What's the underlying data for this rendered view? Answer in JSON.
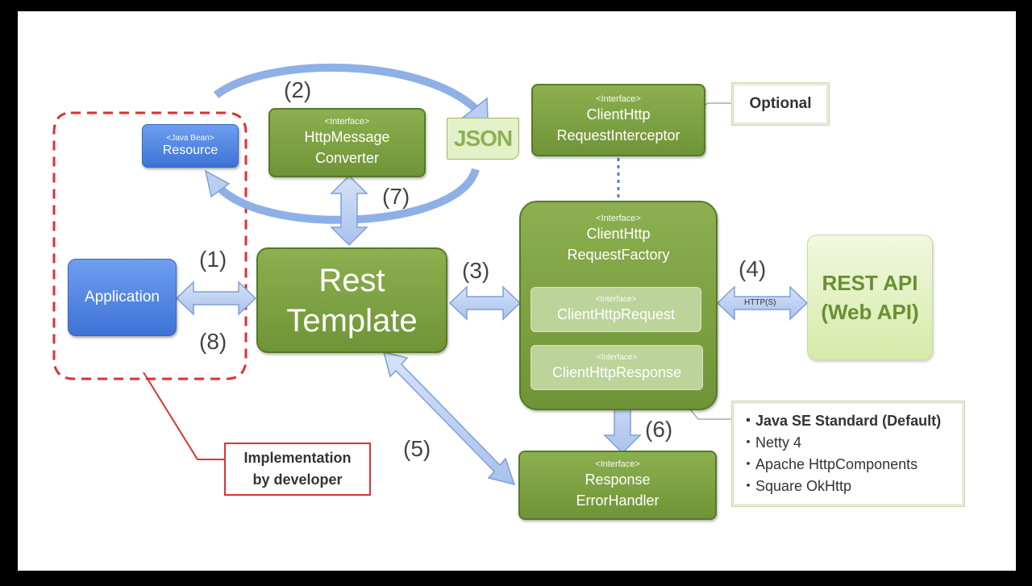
{
  "labels": {
    "resource_stereotype": "<Java Bean>",
    "resource": "Resource",
    "converter_stereotype": "<Interface>",
    "converter_line1": "HttpMessage",
    "converter_line2": "Converter",
    "json": "JSON",
    "interceptor_stereotype": "<Interface>",
    "interceptor_line1": "ClientHttp",
    "interceptor_line2": "RequestInterceptor",
    "optional": "Optional",
    "application": "Application",
    "rest_line1": "Rest",
    "rest_line2": "Template",
    "factory_stereotype": "<Interface>",
    "factory_line1": "ClientHttp",
    "factory_line2": "RequestFactory",
    "request_stereotype": "<Interface>",
    "request": "ClientHttpRequest",
    "response_stereotype": "<Interface>",
    "response": "ClientHttpResponse",
    "rest_api_line1": "REST API",
    "rest_api_line2": "(Web API)",
    "http": "HTTP(S)",
    "error_stereotype": "<Interface>",
    "error_line1": "Response",
    "error_line2": "ErrorHandler",
    "impl_line1": "Implementation",
    "impl_line2": "by developer"
  },
  "steps": [
    "(1)",
    "(2)",
    "(3)",
    "(4)",
    "(5)",
    "(6)",
    "(7)",
    "(8)"
  ],
  "implementations": [
    "・Java SE Standard (Default)",
    "・Netty 4",
    "・Apache HttpComponents",
    "・Square OkHttp"
  ],
  "colors": {
    "green": "#7ba244",
    "light_green": "#d9edb4",
    "blue": "#4a80e0",
    "arrow": "#b9cef2",
    "dashed_red": "#e03030"
  }
}
